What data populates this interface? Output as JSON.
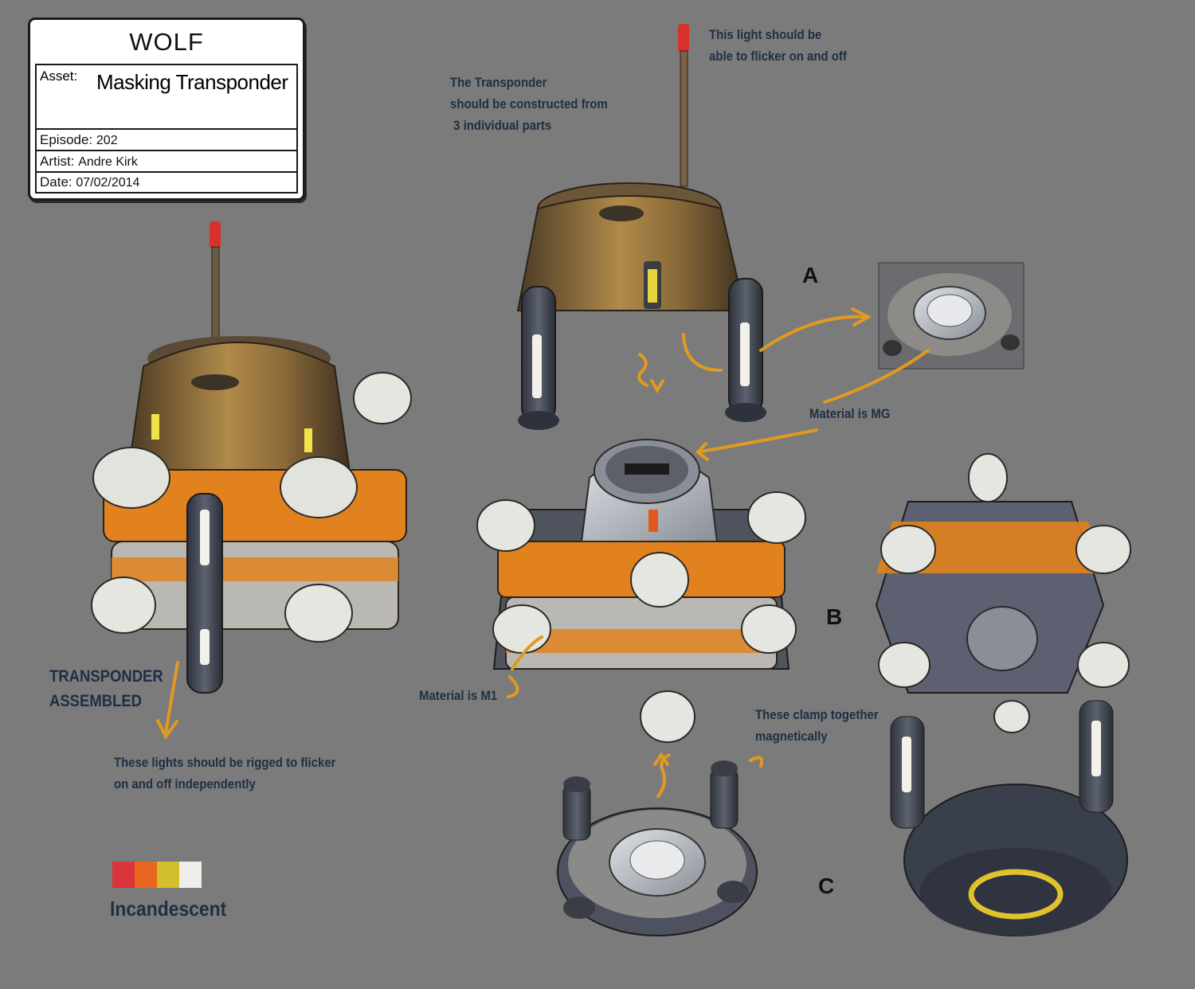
{
  "title_block": {
    "project": "WOLF",
    "asset_label": "Asset:",
    "asset_value": "Masking Transponder",
    "episode_label": "Episode:",
    "episode_value": "202",
    "artist_label": "Artist:",
    "artist_value": "Andre Kirk",
    "date_label": "Date:",
    "date_value": "07/02/2014"
  },
  "notes": {
    "light_flicker": [
      "This light should be",
      "able to  flicker on and off"
    ],
    "construction": [
      "The Transponder",
      "should be constructed from",
      " 3 individual parts"
    ],
    "assembled": [
      "TRANSPONDER",
      "ASSEMBLED"
    ],
    "lights_rigged": [
      "These lights should be rigged to flicker",
      "on and off independently"
    ],
    "material_mg": "Material is MG",
    "material_m1": "Material is M1",
    "clamp": [
      "These clamp together",
      "magnetically"
    ]
  },
  "part_labels": {
    "a": "A",
    "b": "B",
    "c": "C"
  },
  "legend": {
    "label": "Incandescent",
    "swatches": [
      "#d9353a",
      "#e8661f",
      "#d3bf2c",
      "#efeeea"
    ]
  },
  "colors": {
    "background": "#7b7b7b",
    "note_text": "#1e2f44",
    "arrow": "#e09a20",
    "orange_band": "#e1821e",
    "metal_dark": "#4a4f5c"
  }
}
